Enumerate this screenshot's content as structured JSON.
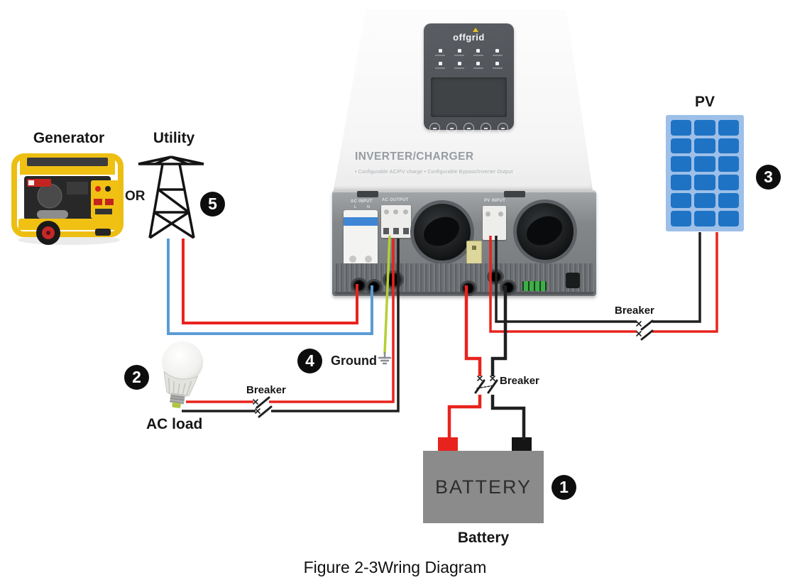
{
  "caption": "Figure 2-3Wring Diagram",
  "labels": {
    "generator": "Generator",
    "or": "OR",
    "utility": "Utility",
    "pv": "PV",
    "ac_load": "AC load",
    "ground": "Ground",
    "battery_caption": "Battery",
    "battery_box": "BATTERY",
    "breaker_ac_load": "Breaker",
    "breaker_battery": "Breaker",
    "breaker_pv": "Breaker"
  },
  "badges": {
    "battery": "1",
    "ac_load": "2",
    "pv": "3",
    "ground": "4",
    "utility": "5"
  },
  "inverter": {
    "brand": "offgrid",
    "title": "INVERTER/CHARGER",
    "subtitle": "• Configurable AC/PV charge    • Configurable Bypass/Inverter Output",
    "ports": {
      "ac_input": "AC INPUT",
      "ac_input_l": "L",
      "ac_input_n": "N",
      "ac_output": "AC OUTPUT",
      "pv_input": "PV INPUT"
    }
  },
  "colors": {
    "wire_live_red": "#e8231d",
    "wire_neutral_blue": "#5b9bd5",
    "wire_black": "#1f1f1f",
    "wire_ground_green": "#b5cf35",
    "pv_frame": "#9dbfe8",
    "pv_cell": "#1e73c4",
    "battery_gray": "#8b8b8b",
    "badge_black": "#0d0d0d",
    "generator_yellow": "#f0c013"
  },
  "wires": [
    {
      "name": "utility-live",
      "color": "#e8231d",
      "width": 4,
      "segments": [
        [
          [
            258,
            336
          ],
          [
            258,
            455
          ],
          [
            503,
            455
          ],
          [
            503,
            400
          ]
        ]
      ]
    },
    {
      "name": "utility-neutral",
      "color": "#5b9bd5",
      "width": 4,
      "segments": [
        [
          [
            237,
            336
          ],
          [
            237,
            470
          ],
          [
            524,
            470
          ],
          [
            524,
            402
          ]
        ]
      ]
    },
    {
      "name": "ground",
      "color": "#b5cf35",
      "width": 3.5,
      "segments": [
        [
          [
            549,
            332
          ],
          [
            542,
            498
          ]
        ]
      ]
    },
    {
      "name": "ac-load-live",
      "color": "#e8231d",
      "width": 3.5,
      "segments": [
        [
          [
            554,
            336
          ],
          [
            554,
            566
          ],
          [
            379,
            566
          ]
        ],
        [
          [
            357,
            566
          ],
          [
            262,
            566
          ]
        ]
      ]
    },
    {
      "name": "ac-load-neutral",
      "color": "#1f1f1f",
      "width": 3.5,
      "segments": [
        [
          [
            561,
            336
          ],
          [
            561,
            579
          ],
          [
            382,
            579
          ]
        ],
        [
          [
            360,
            579
          ],
          [
            256,
            579
          ]
        ]
      ]
    },
    {
      "name": "pv-positive",
      "color": "#e8231d",
      "width": 3.5,
      "segments": [
        [
          [
            691,
            332
          ],
          [
            691,
            467
          ],
          [
            897,
            467
          ]
        ],
        [
          [
            919,
            467
          ],
          [
            1010,
            467
          ],
          [
            1010,
            327
          ]
        ]
      ]
    },
    {
      "name": "pv-negative",
      "color": "#1f1f1f",
      "width": 3.5,
      "segments": [
        [
          [
            699,
            332
          ],
          [
            699,
            453
          ],
          [
            897,
            453
          ]
        ],
        [
          [
            919,
            453
          ],
          [
            986,
            453
          ],
          [
            986,
            327
          ]
        ]
      ]
    },
    {
      "name": "battery-positive",
      "color": "#e8231d",
      "width": 4.5,
      "segments": [
        [
          [
            657,
            402
          ],
          [
            657,
            505
          ],
          [
            676,
            505
          ],
          [
            676,
            530
          ]
        ],
        [
          [
            676,
            556
          ],
          [
            676,
            573
          ],
          [
            633,
            573
          ],
          [
            633,
            620
          ]
        ]
      ]
    },
    {
      "name": "battery-negative",
      "color": "#1f1f1f",
      "width": 4.5,
      "segments": [
        [
          [
            712,
            402
          ],
          [
            712,
            505
          ],
          [
            694,
            505
          ],
          [
            694,
            530
          ]
        ],
        [
          [
            694,
            556
          ],
          [
            694,
            575
          ],
          [
            738,
            575
          ],
          [
            738,
            620
          ]
        ]
      ]
    }
  ]
}
